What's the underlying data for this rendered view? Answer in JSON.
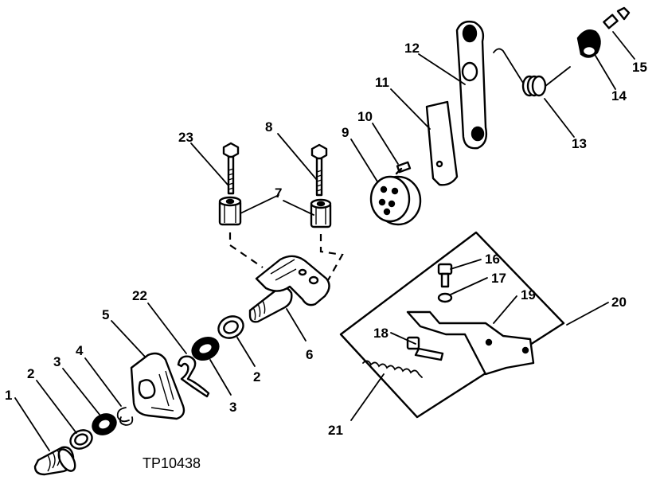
{
  "figure_id": "TP10438",
  "callouts": [
    "1",
    "2",
    "3",
    "4",
    "5",
    "22",
    "3",
    "2",
    "6",
    "7",
    "23",
    "8",
    "9",
    "10",
    "11",
    "12",
    "13",
    "14",
    "15",
    "16",
    "17",
    "18",
    "19",
    "20",
    "21"
  ]
}
